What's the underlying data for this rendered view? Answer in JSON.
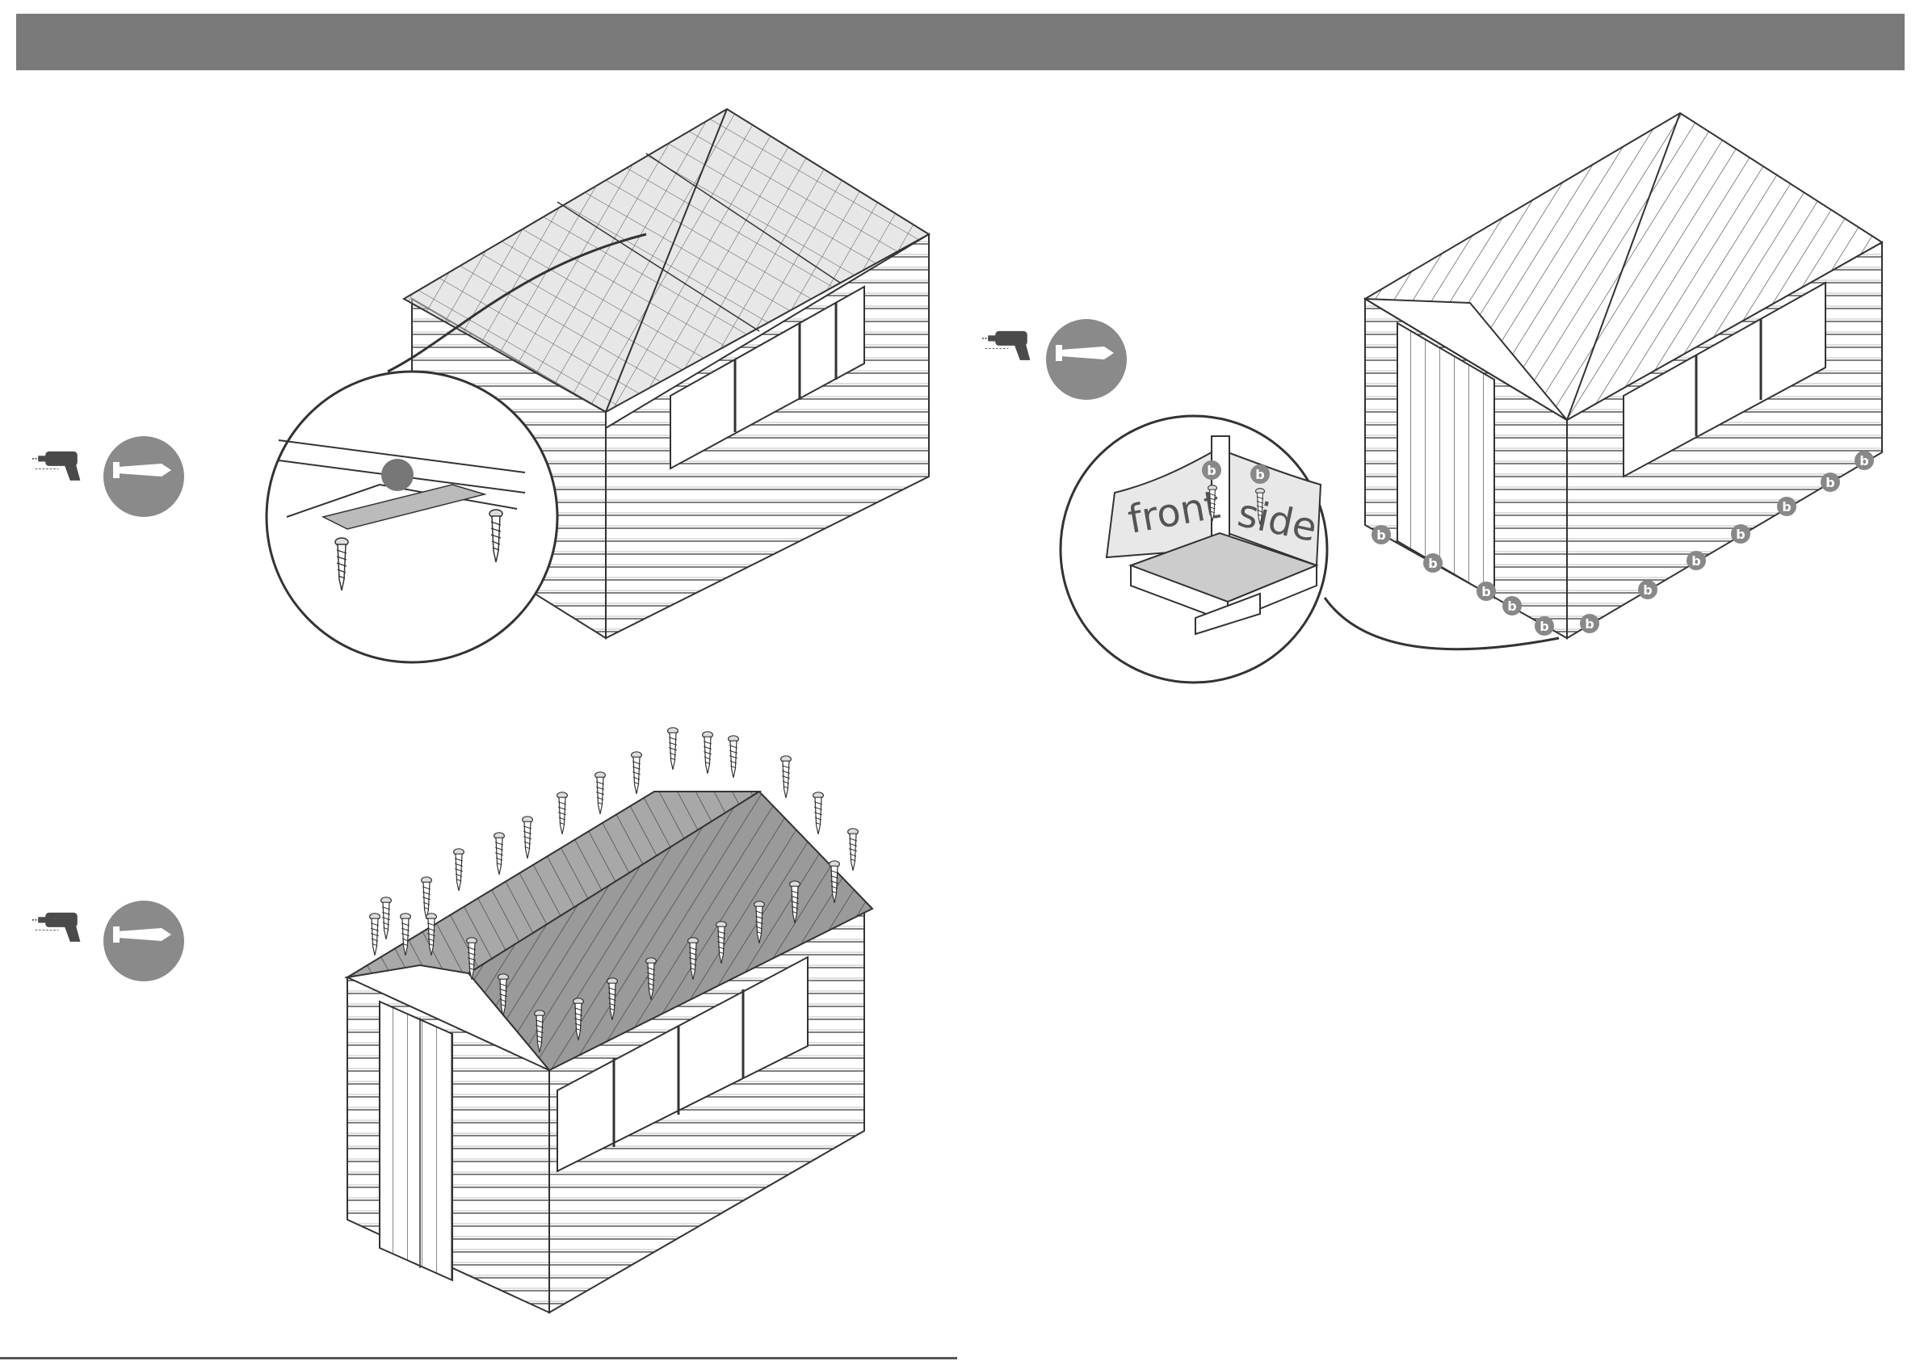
{
  "header": {
    "title": ""
  },
  "detail_labels": {
    "front": "front",
    "side": "side"
  },
  "fixing_label": "b",
  "icons": {
    "drill": "drill-icon",
    "screw": "screw-icon"
  },
  "colors": {
    "header": "#7a7a7a",
    "badge": "#8a8a8a",
    "line": "#444444"
  }
}
